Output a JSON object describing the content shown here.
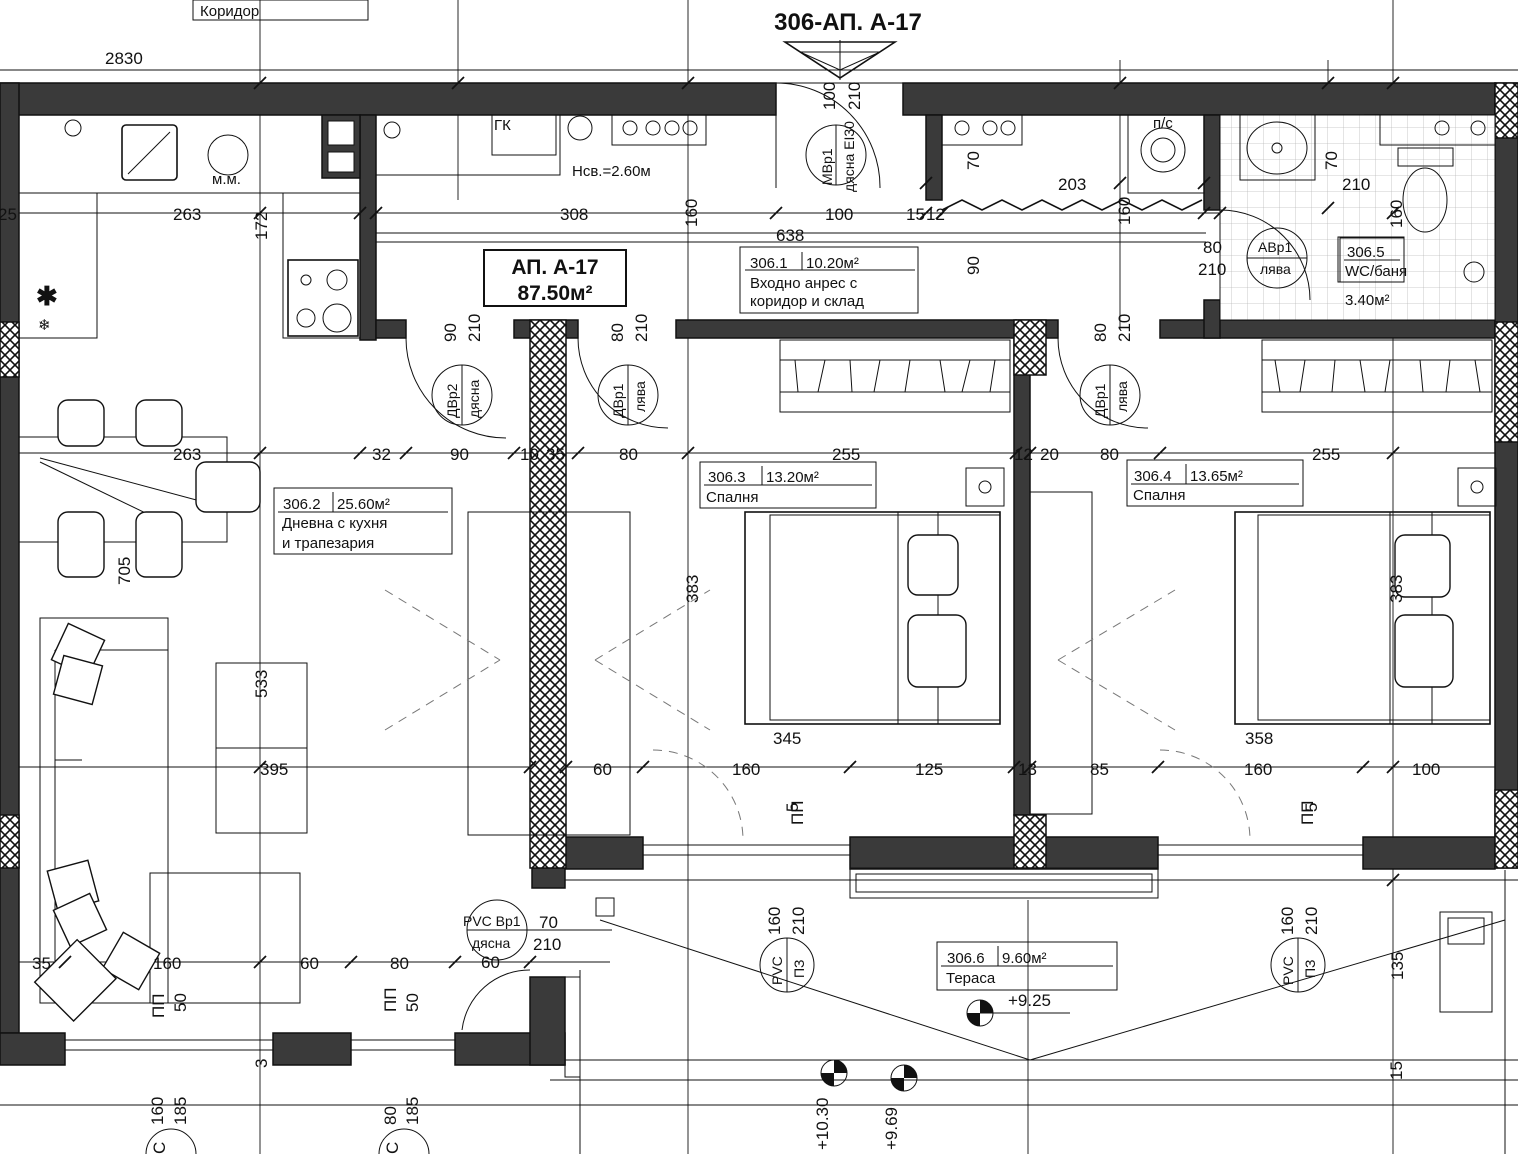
{
  "title": {
    "main": "306-АП. А-17"
  },
  "apartment": {
    "name": "АП. А-17",
    "area": "87.50м²"
  },
  "corridor_label": "Коридор",
  "ceiling": "Нсв.=2.60м",
  "gk": "ГК",
  "mm": "м.м.",
  "ps": "п/с",
  "rooms": [
    {
      "num": "306.1",
      "area": "10.20м²",
      "name1": "Входно анрес с",
      "name2": "коридор и склад"
    },
    {
      "num": "306.2",
      "area": "25.60м²",
      "name1": "Дневна с кухня",
      "name2": "и трапезария"
    },
    {
      "num": "306.3",
      "area": "13.20м²",
      "name1": "Спалня"
    },
    {
      "num": "306.4",
      "area": "13.65м²",
      "name1": "Спалня"
    },
    {
      "num": "306.5",
      "area": "3.40м²",
      "name1": "WC/баня"
    },
    {
      "num": "306.6",
      "area": "9.60м²",
      "name1": "Тераса"
    }
  ],
  "doors": {
    "entry": {
      "code": "МВр1",
      "side": "дясна EI30",
      "w": "100",
      "h": "210"
    },
    "dvr2": {
      "code": "ДВр2",
      "side": "дясна",
      "w": "90",
      "h": "210"
    },
    "dvr1a": {
      "code": "ДВр1",
      "side": "лява",
      "w": "80",
      "h": "210"
    },
    "dvr1b": {
      "code": "ДВр1",
      "side": "лява",
      "w": "80",
      "h": "210"
    },
    "avr1": {
      "code": "АВр1",
      "side": "лява",
      "w": "80",
      "h": "210"
    },
    "pvc_vr1": {
      "code": "PVC Вр1",
      "side": "дясна",
      "w": "70",
      "h": "210",
      "sill": "60"
    },
    "pvc_pz_a": {
      "code": "PVC",
      "sub": "ПЗ",
      "w": "160",
      "h": "210"
    },
    "pvc_pz_b": {
      "code": "PVC",
      "sub": "ПЗ",
      "w": "160",
      "h": "210"
    }
  },
  "windows": {
    "pp": "ПП",
    "five": "5",
    "fifty": "50",
    "w160": "160",
    "w80": "80",
    "h185": "185",
    "c": "C"
  },
  "levels": {
    "terrace": "+9.25",
    "a": "+10.30",
    "b": "+9.69"
  },
  "dims": {
    "d2830": "2830",
    "d263a": "263",
    "d172": "172",
    "d308": "308",
    "d160a": "160",
    "d100": "100",
    "d15": "15",
    "d12": "12",
    "d638": "638",
    "d203": "203",
    "d160b": "160",
    "d210": "210",
    "d70a": "70",
    "d70b": "70",
    "d160c": "160",
    "d90": "90",
    "d25": "25",
    "d263b": "263",
    "d32": "32",
    "d90b": "90",
    "d10": "10",
    "d35": "35",
    "d80a": "80",
    "d255a": "255",
    "d12b": "12",
    "d20": "20",
    "d80b": "80",
    "d255b": "255",
    "d705": "705",
    "d383a": "383",
    "d383b": "383",
    "d533": "533",
    "d345": "345",
    "d358": "358",
    "d395": "395",
    "d60a": "60",
    "d160d": "160",
    "d125": "125",
    "d13": "13",
    "d85": "85",
    "d160e": "160",
    "d100b": "100",
    "d35b": "35",
    "d160f": "160",
    "d60b": "60",
    "d80c": "80",
    "d60c": "60",
    "d135": "135",
    "d3": "3",
    "d15b": "15"
  }
}
